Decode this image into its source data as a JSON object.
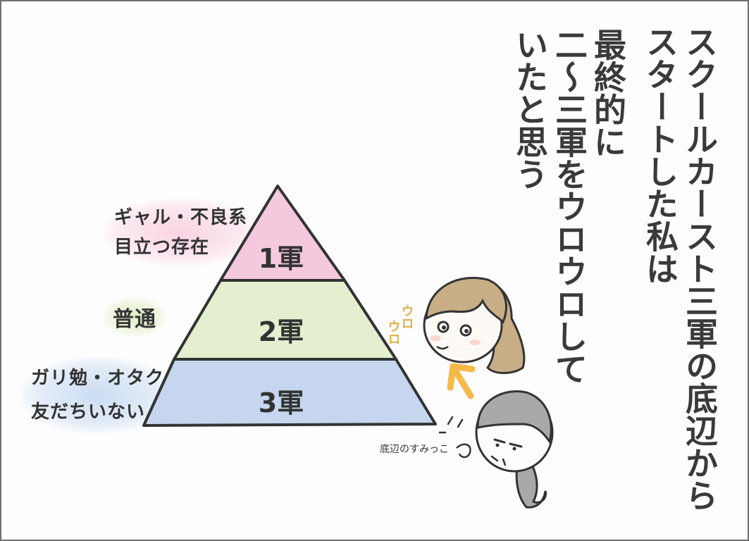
{
  "narration": {
    "col1": "スクールカースト三軍の底辺から",
    "col2": "スタートした私は",
    "col3": "最終的に",
    "col4": "二～三軍をウロウロして",
    "col5": "いたと思う"
  },
  "pyramid": {
    "tier1": "1軍",
    "tier2": "2軍",
    "tier3": "3軍",
    "colors": {
      "tier1": "#f4c9de",
      "tier2": "#e3efcf",
      "tier3": "#c5d6ee",
      "outline": "#333333"
    }
  },
  "labels": {
    "tier1_line1": "ギャル・不良系",
    "tier1_line2": "目立つ存在",
    "tier2": "普通",
    "tier3_line1": "ガリ勉・オタク",
    "tier3_line2": "友だちいない"
  },
  "characters": {
    "sfx": "ウロ\nウロ",
    "sfx_a": "ウロ",
    "sfx_b": "ウロ",
    "caption": "底辺のすみっこ",
    "arrow_color": "#f6b94a",
    "hair_color": "#c8ae86",
    "gray_hair_color": "#a9a9a9"
  }
}
